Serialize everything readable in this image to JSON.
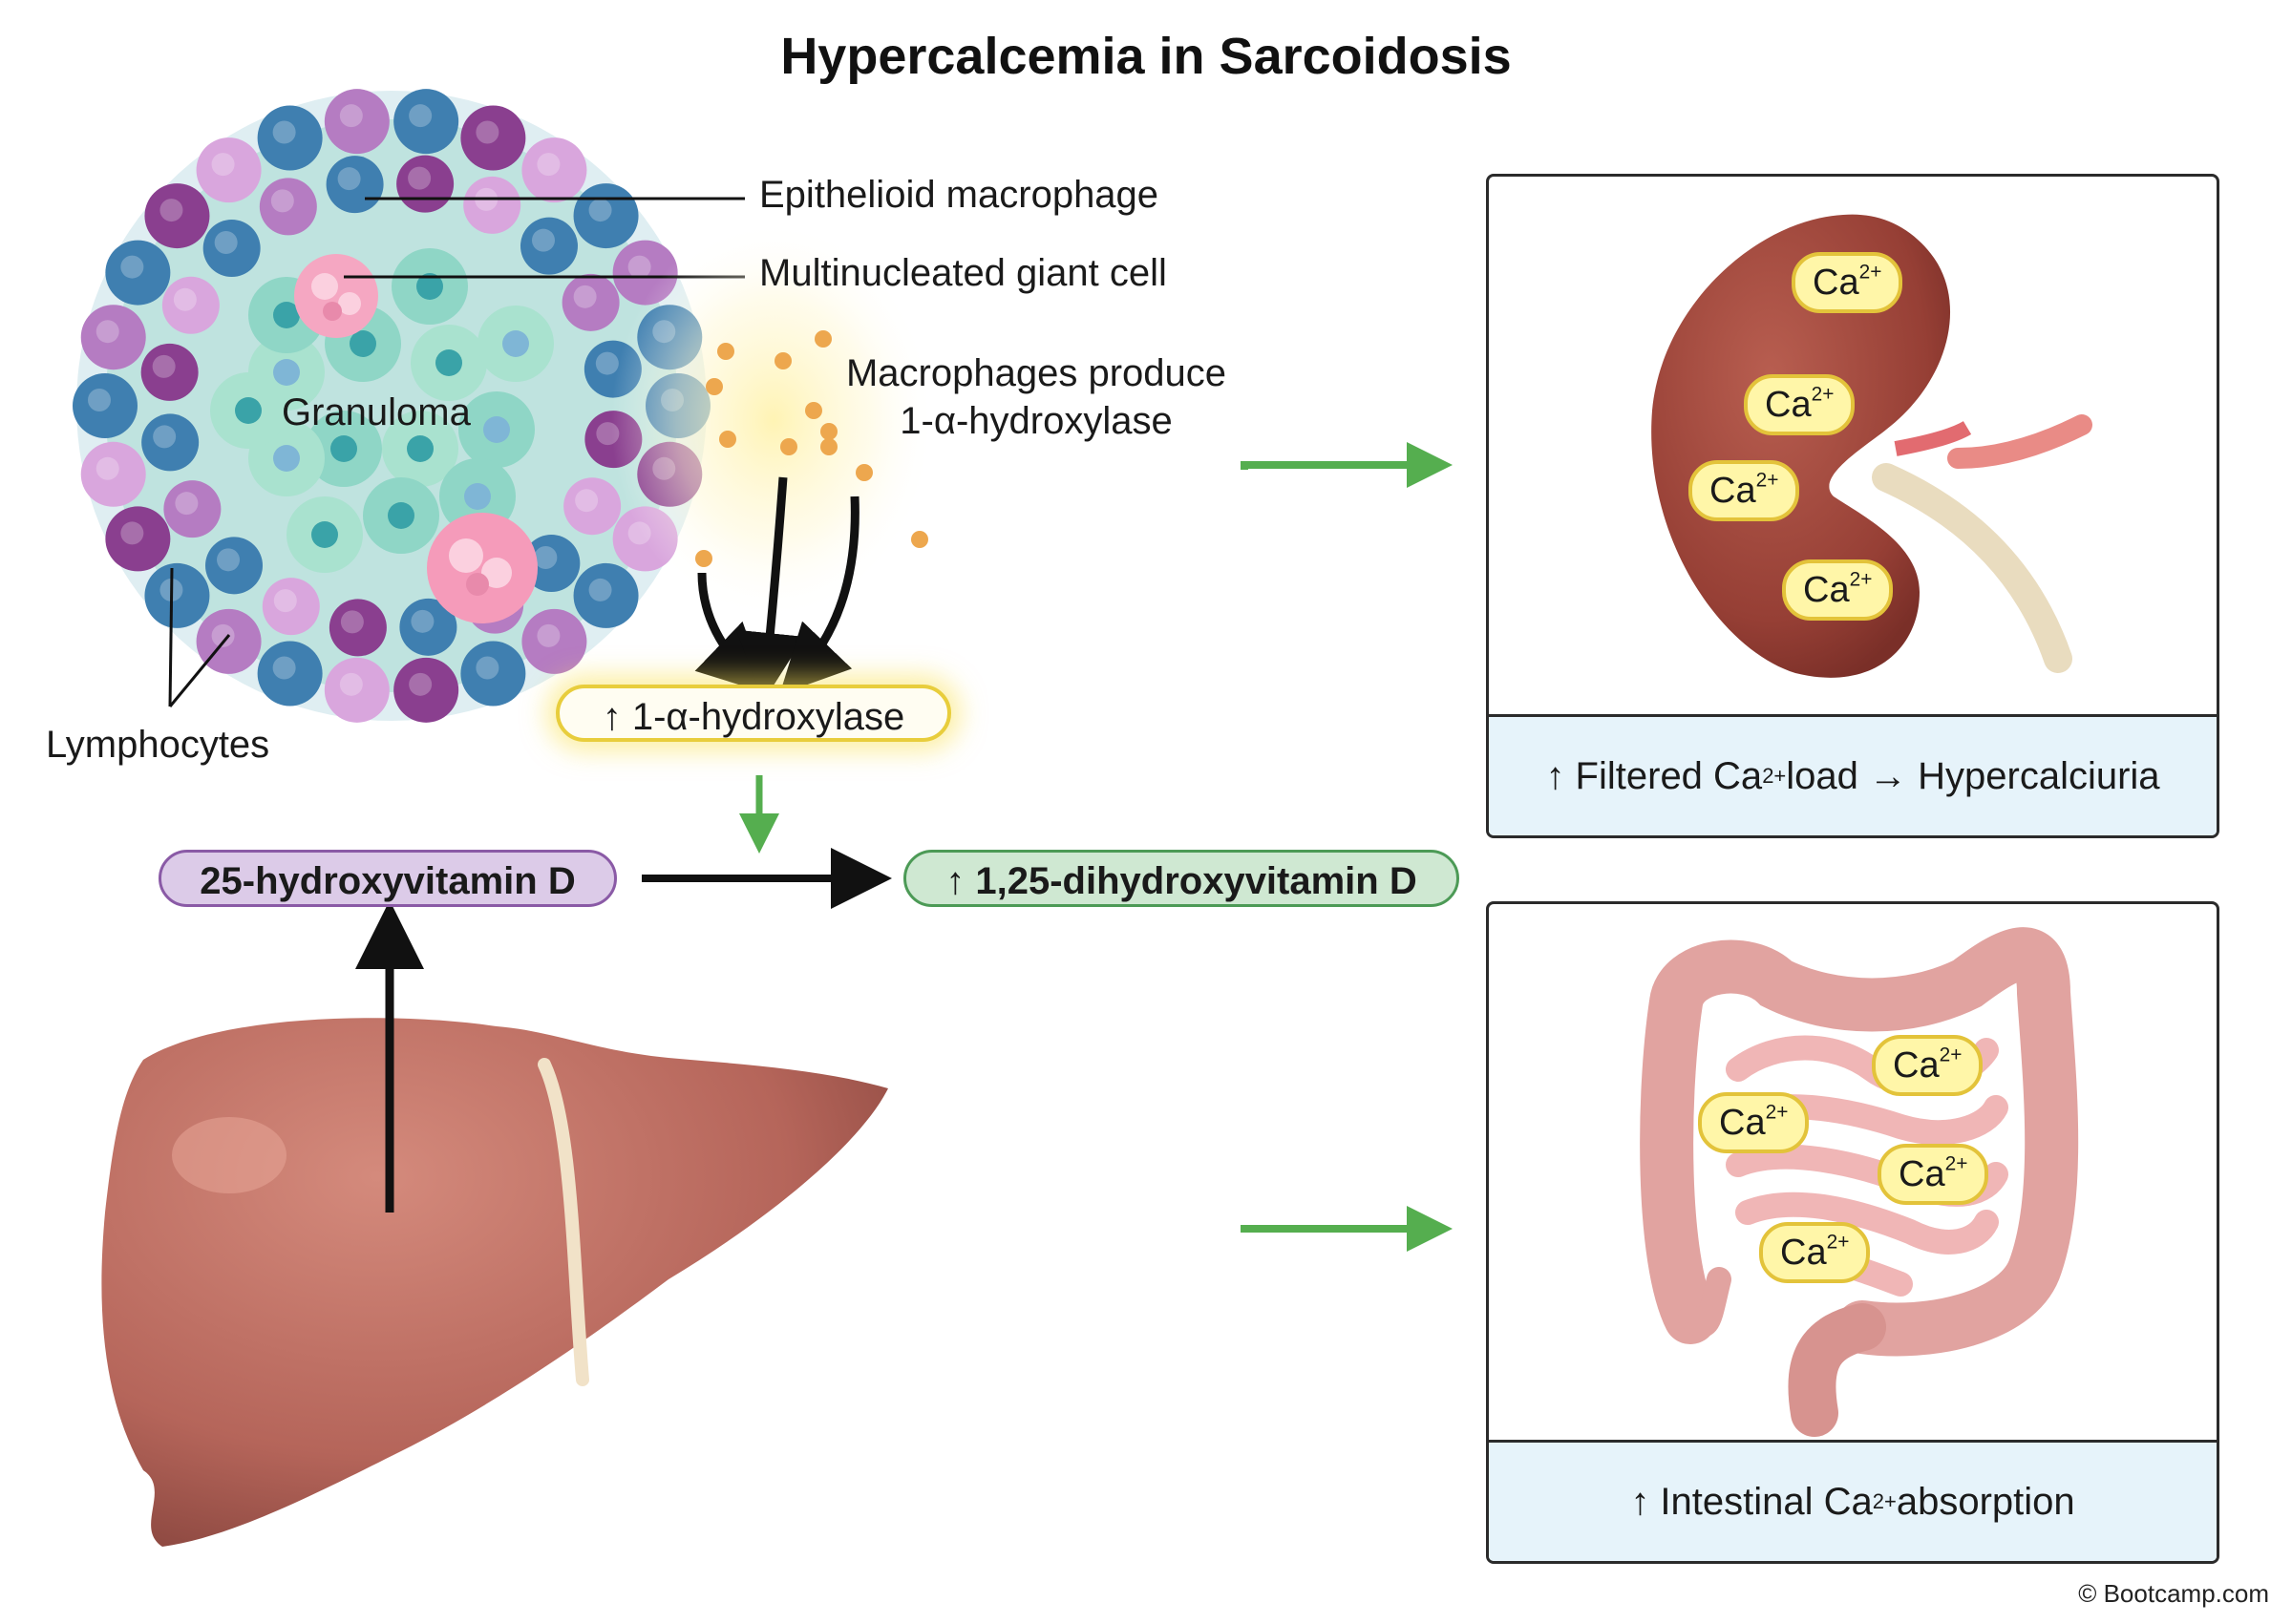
{
  "title": "Hypercalcemia in Sarcoidosis",
  "granuloma": {
    "label": "Granuloma",
    "epithelioid_label": "Epithelioid macrophage",
    "giant_cell_label": "Multinucleated giant cell",
    "lymphocytes_label": "Lymphocytes",
    "macrophages_produce": [
      "Macrophages produce",
      "1-α-hydroxylase"
    ]
  },
  "pathway": {
    "enzyme": "↑ 1-α-hydroxylase",
    "precursor": "25-hydroxyvitamin D",
    "active": "↑ 1,25-dihydroxyvitamin D"
  },
  "kidney_panel": {
    "caption": {
      "pre": "↑ Filtered Ca",
      "sup": "2+",
      "post": " load → Hypercalciuria"
    },
    "ion": {
      "base": "Ca",
      "sup": "2+"
    }
  },
  "intestine_panel": {
    "caption": {
      "pre": "↑ Intestinal Ca",
      "sup": "2+",
      "post": " absorption"
    },
    "ion": {
      "base": "Ca",
      "sup": "2+"
    }
  },
  "copyright": "© Bootcamp.com",
  "colors": {
    "kidney": "#9c4a3e",
    "liver": "#b8695c",
    "intestine": "#e4a7a2",
    "green_arrow": "#55ae4f",
    "enzyme_glow": "#f5d64a"
  }
}
